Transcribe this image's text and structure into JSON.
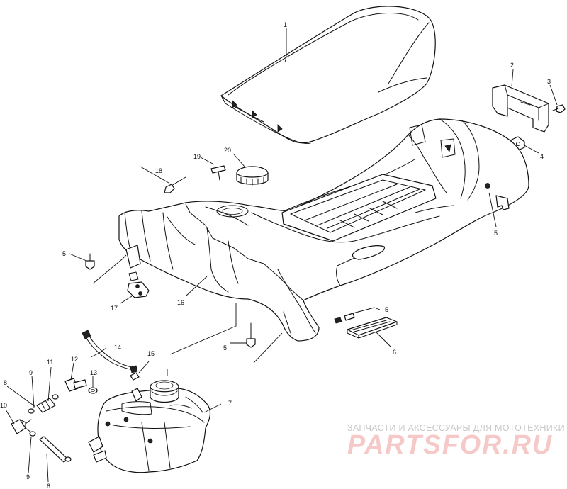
{
  "callouts": {
    "c1": "1",
    "c2": "2",
    "c3": "3",
    "c4": "4",
    "c5a": "5",
    "c5b": "5",
    "c5c": "5",
    "c5d": "5",
    "c6": "6",
    "c7": "7",
    "c8a": "8",
    "c8b": "8",
    "c9a": "9",
    "c9b": "9",
    "c10": "10",
    "c11": "11",
    "c12": "12",
    "c13": "13",
    "c14": "14",
    "c15": "15",
    "c16": "16",
    "c17": "17",
    "c18": "18",
    "c19": "19",
    "c20": "20"
  },
  "watermark": {
    "caption": "ЗАПЧАСТИ И АКСЕССУАРЫ ДЛЯ МОТОТЕХНИКИ",
    "logo": "PARTSFOR.RU"
  }
}
